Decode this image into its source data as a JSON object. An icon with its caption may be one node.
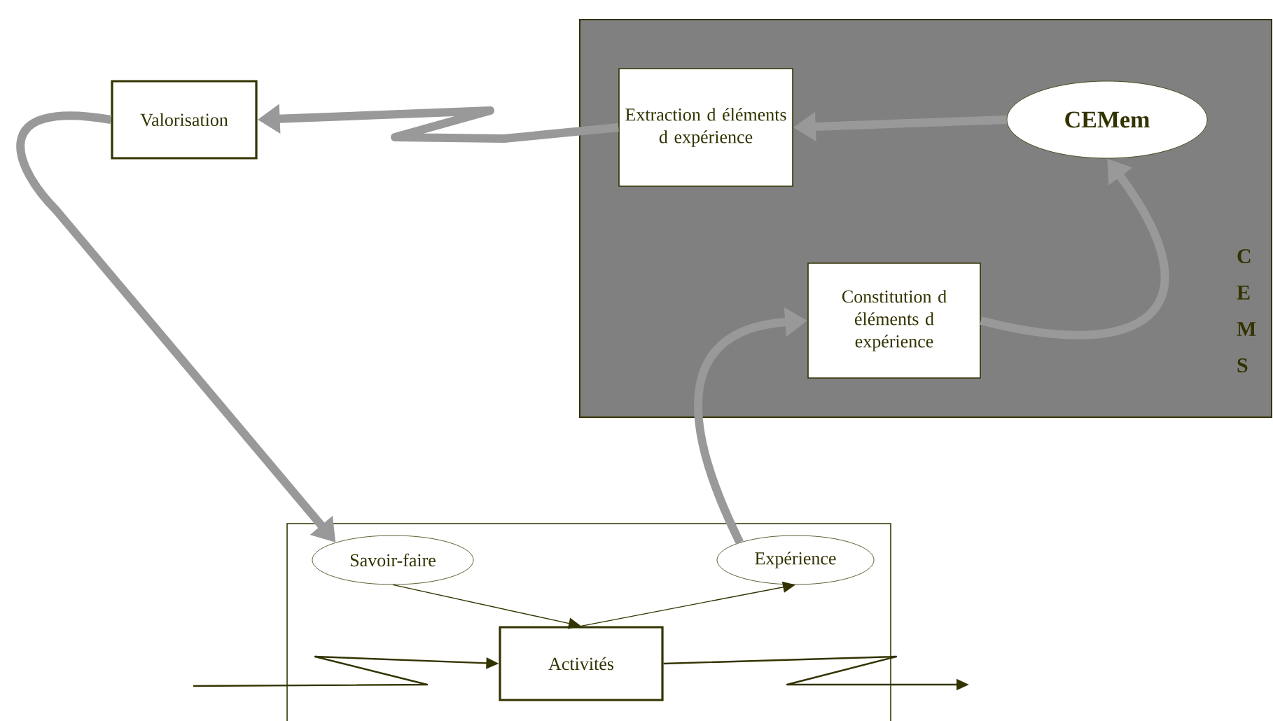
{
  "diagram": {
    "nodes": [
      {
        "text": [
          "Valorisation"
        ]
      },
      {
        "text": [
          "C E M S"
        ]
      },
      {
        "text": [
          "Extraction d éléments d expérience"
        ],
        "in": 1
      },
      {
        "text": [
          "CEMem"
        ],
        "in": 1
      },
      {
        "text": [
          "Constitution d éléments d expérience"
        ],
        "in": 1
      },
      {
        "text": [],
        "shape": "box"
      },
      {
        "text": [
          "Savoir-faire"
        ],
        "in": 5
      },
      {
        "text": [
          "Expérience"
        ],
        "in": 5
      },
      {
        "text": [
          "Activités"
        ],
        "in": 5
      }
    ],
    "edges": [
      {
        "from": 2,
        "to": 0,
        "arrow": "to"
      },
      {
        "from": 3,
        "to": 2,
        "arrow": "to"
      },
      {
        "from": 4,
        "to": 3,
        "arrow": "to"
      },
      {
        "from": 7,
        "to": 4,
        "arrow": "to"
      },
      {
        "from": 0,
        "to": 6,
        "arrow": "to"
      },
      {
        "from": 6,
        "to": 8,
        "arrow": "to",
        "color": "#333300"
      },
      {
        "from": 8,
        "to": 7,
        "arrow": "to",
        "color": "#333300"
      },
      {
        "from": null,
        "to": 8,
        "arrow": "to",
        "color": "#333300"
      },
      {
        "from": 8,
        "to": null,
        "arrow": "to",
        "color": "#333300"
      }
    ]
  }
}
